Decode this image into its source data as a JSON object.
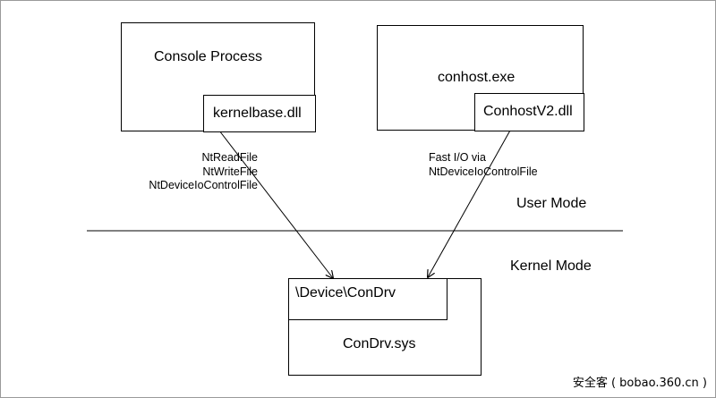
{
  "console_process": {
    "title": "Console Process",
    "dll": "kernelbase.dll"
  },
  "conhost": {
    "title": "conhost.exe",
    "dll": "ConhostV2.dll"
  },
  "condrv": {
    "device": "\\Device\\ConDrv",
    "title": "ConDrv.sys"
  },
  "left_calls": [
    "NtReadFile",
    "NtWriteFile",
    "NtDeviceIoControlFile"
  ],
  "right_calls": [
    "Fast I/O via",
    "NtDeviceIoControlFile"
  ],
  "user_mode": "User Mode",
  "kernel_mode": "Kernel Mode",
  "watermark": "安全客 ( bobao.360.cn )"
}
